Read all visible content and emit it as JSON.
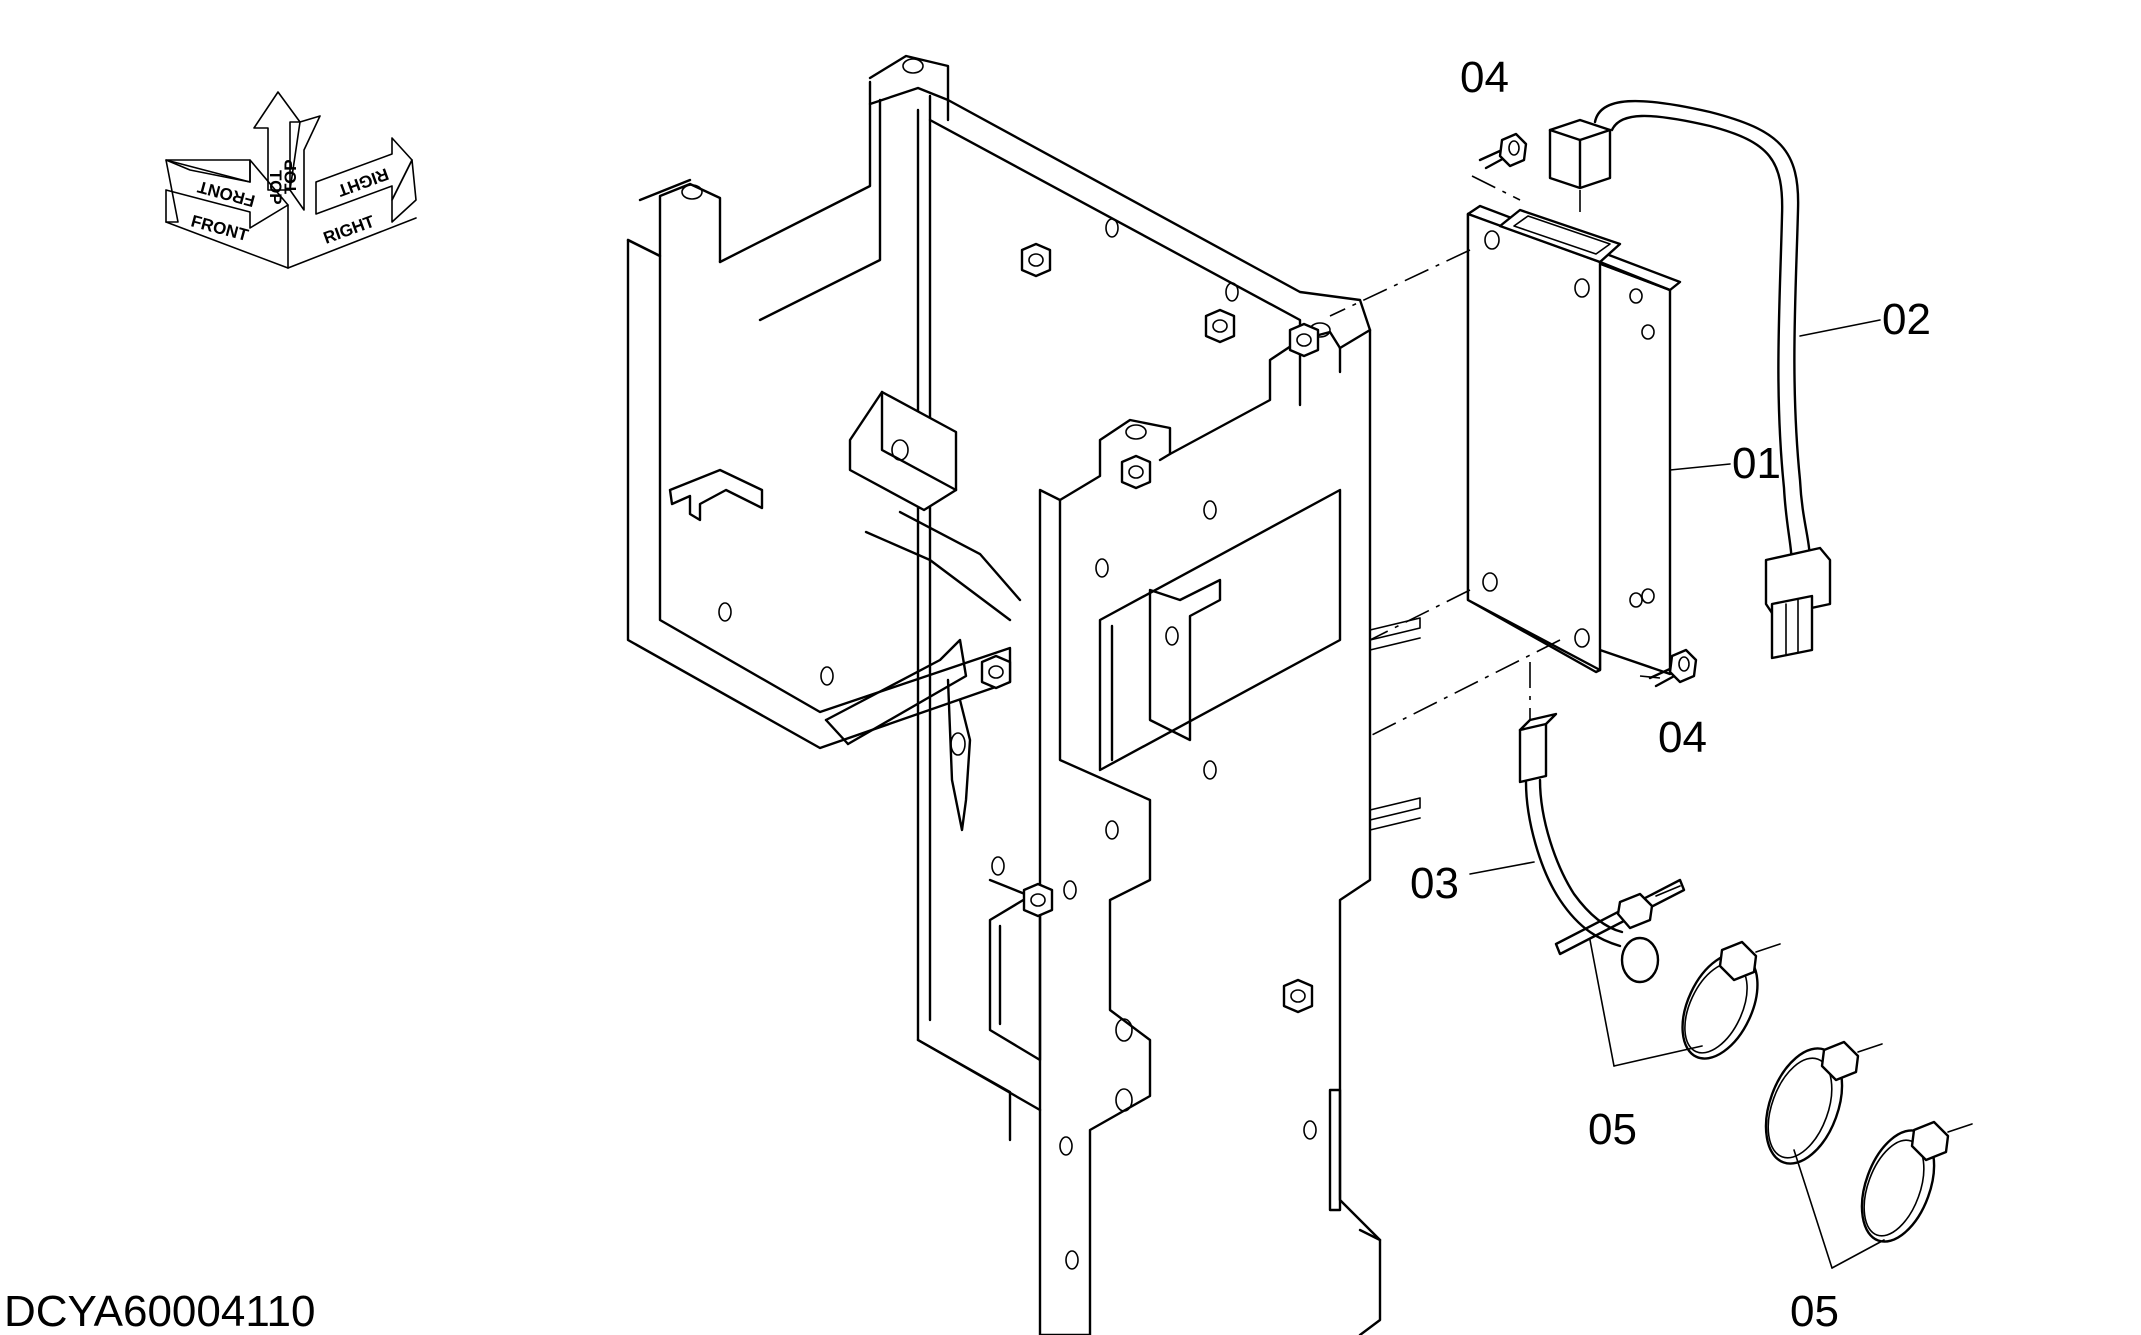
{
  "drawing_id": "DCYA60004110",
  "orientation": {
    "front": "FRONT",
    "top": "TOP",
    "right": "RIGHT"
  },
  "callouts": {
    "c01": "01",
    "c02": "02",
    "c03": "03",
    "c04a": "04",
    "c04b": "04",
    "c05a": "05",
    "c05b": "05"
  }
}
